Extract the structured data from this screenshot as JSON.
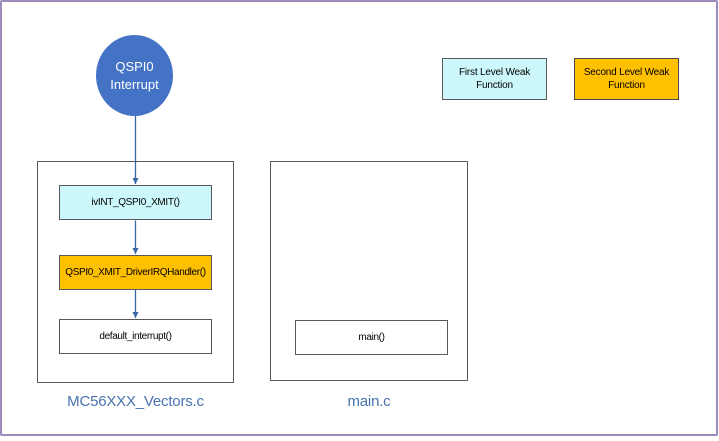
{
  "page": {
    "border_color": "#9d8bbd",
    "background_color": "#ffffff"
  },
  "colors": {
    "start_node_fill": "#4472c4",
    "first_level_fill": "#ccf8fc",
    "second_level_fill": "#ffc000",
    "arrow_color": "#3a66a8",
    "box_border": "#595959",
    "file_label_color": "#4672ae"
  },
  "legend": {
    "items": [
      {
        "label": "First Level Weak Function",
        "color": "#ccf8fc"
      },
      {
        "label": "Second Level Weak Function",
        "color": "#ffc000"
      }
    ]
  },
  "diagram": {
    "start_node": {
      "line1": "QSPI0",
      "line2": "Interrupt"
    },
    "containers": [
      {
        "title": "MC56XXX_Vectors.c",
        "nodes": [
          {
            "label": "ivINT_QSPI0_XMIT()",
            "type": "first-level-weak"
          },
          {
            "label": "QSPI0_XMIT_DriverIRQHandler()",
            "type": "second-level-weak"
          },
          {
            "label": "default_interrupt()",
            "type": "normal"
          }
        ]
      },
      {
        "title": "main.c",
        "nodes": [
          {
            "label": "main()",
            "type": "normal"
          }
        ]
      }
    ]
  }
}
